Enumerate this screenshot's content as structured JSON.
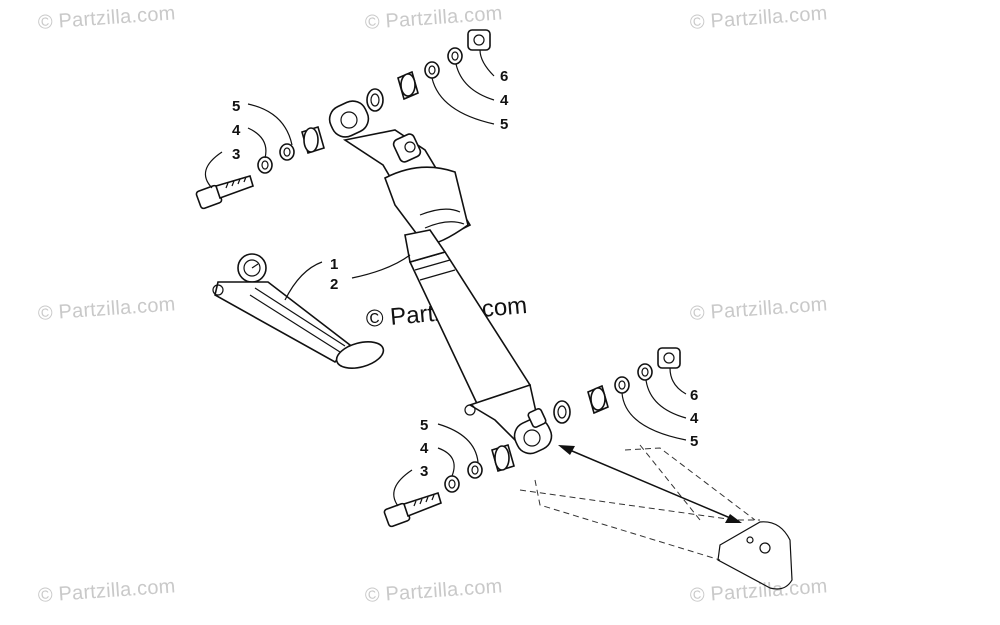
{
  "watermarks": {
    "text": "© Partzilla.com",
    "main_text": "© Partzilla.com"
  },
  "callouts": {
    "c1": "1",
    "c2": "2",
    "tl_5": "5",
    "tl_4": "4",
    "tl_3": "3",
    "tr_6": "6",
    "tr_4": "4",
    "tr_5": "5",
    "br_6": "6",
    "br_4": "4",
    "br_5": "5",
    "bl_5": "5",
    "bl_4": "4",
    "bl_3": "3"
  },
  "icons": {
    "shock": "shock-absorber-icon",
    "pump": "shock-pump-gauge-icon",
    "bolt": "flange-bolt-icon",
    "washer": "washer-icon",
    "bushing": "bushing-icon",
    "nut": "lock-nut-icon",
    "arm": "a-arm-icon"
  }
}
